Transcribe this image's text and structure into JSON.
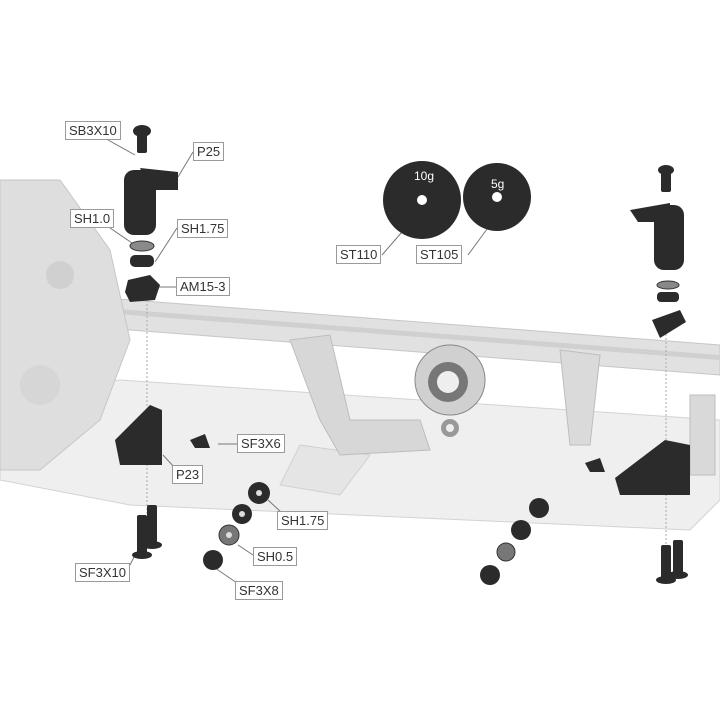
{
  "labels": {
    "sb3x10": "SB3X10",
    "p25": "P25",
    "sh10": "SH1.0",
    "sh175_top": "SH1.75",
    "am153": "AM15-3",
    "st110": "ST110",
    "st105": "ST105",
    "sf3x6": "SF3X6",
    "p23": "P23",
    "sh175_bottom": "SH1.75",
    "sh05": "SH0.5",
    "sf3x10": "SF3X10",
    "sf3x8": "SF3X8"
  },
  "weights": {
    "st110_mass": "10g",
    "st105_mass": "5g"
  },
  "colors": {
    "part": "#2b2b2b",
    "chassis": "#d9d9d9",
    "chassis_edge": "#b5b5b5",
    "label_border": "#9a9a9a"
  }
}
